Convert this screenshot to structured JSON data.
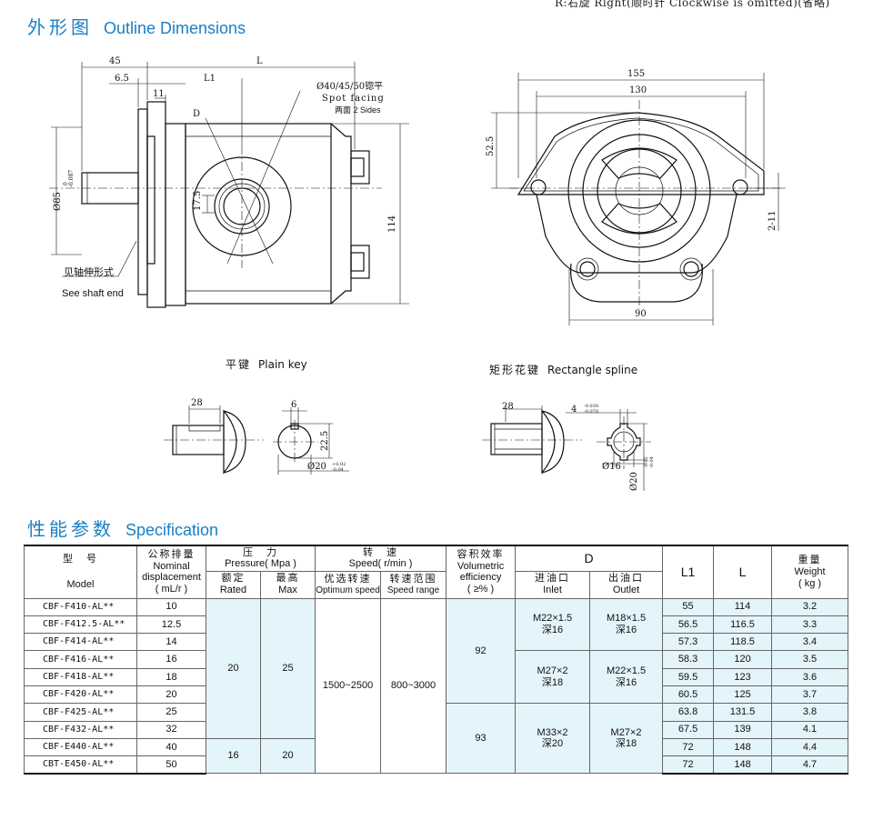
{
  "top_note": "R:右旋 Right(顺时针 Clockwise is omitted)(省略)",
  "outline": {
    "title_zh": "外形图",
    "title_en": "Outline Dimensions",
    "dims": {
      "d45": "45",
      "L": "L",
      "d6_5": "6.5",
      "L1": "L1",
      "d11": "11",
      "D": "D",
      "spot_dia": "Ø40/45/50锪平",
      "spot_en": "Spot facing",
      "two_sides": "两面 2 Sides",
      "d17_5": "17.5",
      "d114": "114",
      "d85": "Ø85",
      "d85_tol": "-0.087",
      "d85_tol_up": "0",
      "shaft_zh": "见轴伸形式",
      "shaft_en": "See shaft end",
      "d155": "155",
      "d130": "130",
      "d52_5": "52.5",
      "d2_11": "2-11",
      "d90": "90"
    }
  },
  "plain_key": {
    "label_zh": "平键",
    "label_en": "Plain key",
    "d28": "28",
    "d6": "6",
    "d22_5": "22.5",
    "d20": "Ø20",
    "d20_tol_up": "+0.02",
    "d20_tol_lo": "-0.04"
  },
  "spline": {
    "label_zh": "矩形花键",
    "label_en": "Rectangle spline",
    "d28": "28",
    "d4": "4",
    "d4_tol_up": "-0.030",
    "d4_tol_lo": "-0.078",
    "d16": "Ø16",
    "d20": "Ø20",
    "d20_tol_up": "-0.02",
    "d20_tol_lo": "-0.04"
  },
  "spec": {
    "title_zh": "性能参数",
    "title_en": "Specification",
    "headers": {
      "model_zh": "型　号",
      "model_en": "Model",
      "disp_zh": "公称排量",
      "disp_en1": "Nominal",
      "disp_en2": "displacement",
      "disp_unit": "( mL/r )",
      "press_zh": "压　力",
      "press_en": "Pressure( Mpa )",
      "rated_zh": "额定",
      "rated_en": "Rated",
      "max_zh": "最高",
      "max_en": "Max",
      "speed_zh": "转　速",
      "speed_en": "Speed( r/min )",
      "opt_zh": "优选转速",
      "opt_en": "Optimum speed",
      "range_zh": "转速范围",
      "range_en": "Speed range",
      "eff_zh": "容积效率",
      "eff_en1": "Volumetric",
      "eff_en2": "efficiency",
      "eff_unit": "( ≥% )",
      "D": "D",
      "inlet_zh": "进油口",
      "inlet_en": "Inlet",
      "outlet_zh": "出油口",
      "outlet_en": "Outlet",
      "L1": "L1",
      "L": "L",
      "weight_zh": "重量",
      "weight_en": "Weight",
      "weight_unit": "( kg )"
    },
    "rows": [
      {
        "model": "CBF-F410-AL**",
        "disp": "10",
        "L1": "55",
        "L": "114",
        "weight": "3.2"
      },
      {
        "model": "CBF-F412.5-AL**",
        "disp": "12.5",
        "L1": "56.5",
        "L": "116.5",
        "weight": "3.3"
      },
      {
        "model": "CBF-F414-AL**",
        "disp": "14",
        "L1": "57.3",
        "L": "118.5",
        "weight": "3.4"
      },
      {
        "model": "CBF-F416-AL**",
        "disp": "16",
        "L1": "58.3",
        "L": "120",
        "weight": "3.5"
      },
      {
        "model": "CBF-F418-AL**",
        "disp": "18",
        "L1": "59.5",
        "L": "123",
        "weight": "3.6"
      },
      {
        "model": "CBF-F420-AL**",
        "disp": "20",
        "L1": "60.5",
        "L": "125",
        "weight": "3.7"
      },
      {
        "model": "CBF-F425-AL**",
        "disp": "25",
        "L1": "63.8",
        "L": "131.5",
        "weight": "3.8"
      },
      {
        "model": "CBF-F432-AL**",
        "disp": "32",
        "L1": "67.5",
        "L": "139",
        "weight": "4.1"
      },
      {
        "model": "CBF-E440-AL**",
        "disp": "40",
        "L1": "72",
        "L": "148",
        "weight": "4.4"
      },
      {
        "model": "CBT-E450-AL**",
        "disp": "50",
        "L1": "72",
        "L": "148",
        "weight": "4.7"
      }
    ],
    "groups": {
      "rated_a": "20",
      "max_a": "25",
      "rated_b": "16",
      "max_b": "20",
      "opt_speed": "1500~2500",
      "speed_range": "800~3000",
      "eff_a": "92",
      "eff_b": "93",
      "inlet_1": "M22×1.5",
      "inlet_1_depth": "深16",
      "outlet_1": "M18×1.5",
      "outlet_1_depth": "深16",
      "inlet_2": "M27×2",
      "inlet_2_depth": "深18",
      "outlet_2": "M22×1.5",
      "outlet_2_depth": "深16",
      "inlet_3": "M33×2",
      "inlet_3_depth": "深20",
      "outlet_3": "M27×2",
      "outlet_3_depth": "深18"
    }
  }
}
